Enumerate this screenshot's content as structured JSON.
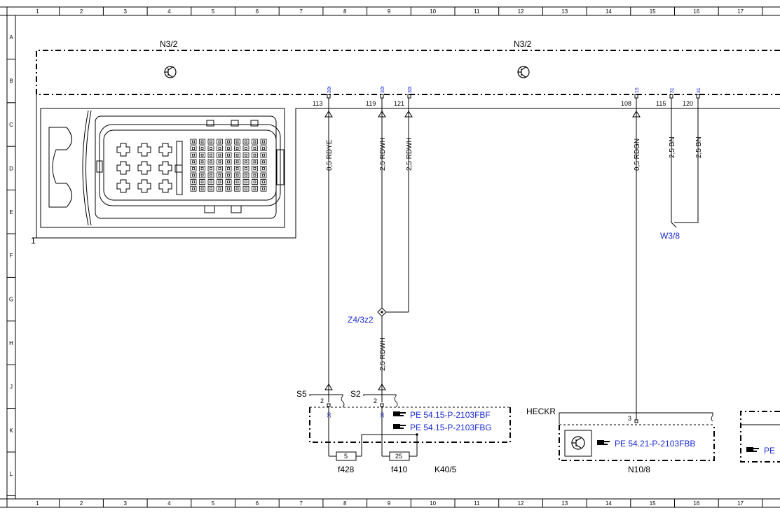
{
  "grid": {
    "columns": [
      "1",
      "2",
      "3",
      "4",
      "5",
      "6",
      "7",
      "8",
      "9",
      "10",
      "11",
      "12",
      "13",
      "14",
      "15",
      "16",
      "17"
    ],
    "rows": [
      "A",
      "B",
      "C",
      "D",
      "E",
      "F",
      "G",
      "H",
      "J",
      "K",
      "L"
    ]
  },
  "components": {
    "n3_2_left": "N3/2",
    "n3_2_right": "N3/2",
    "connector_index": "1",
    "w3_8": "W3/8",
    "z4_3z2": "Z4/3z2",
    "s5": "S5",
    "s2": "S2",
    "heckr": "HECKR",
    "f428": "f428",
    "f410": "f410",
    "k40_5": "K40/5",
    "n10_8": "N10/8"
  },
  "pins": {
    "p113": "113",
    "p119": "119",
    "p121": "121",
    "p108": "108",
    "p115": "115",
    "p120": "120"
  },
  "terminals": {
    "t113": "30t",
    "t119": "30t",
    "t121": "30t",
    "t108": "15",
    "t115": "31",
    "t120": "31",
    "s5_term": "30",
    "s2_term": "30"
  },
  "wires": {
    "w113": "0,5 RDYE",
    "w119": "2,5 RDWH",
    "w121": "2,5 RDWH",
    "w_h": "2,5 RDWH",
    "w108": "0,5 RDGN",
    "w115": "2,5 BN",
    "w120": "2,5 BN"
  },
  "contacts": {
    "s5_pin": "2",
    "s2_pin": "2",
    "heckr_pin": "3"
  },
  "fuses": {
    "f428_amp": "5",
    "f410_amp": "25"
  },
  "references": {
    "ref1": "PE 54.15-P-2103FBF",
    "ref2": "PE 54.15-P-2103FBG",
    "ref3": "PE 54.21-P-2103FBB",
    "ref4": "PE"
  }
}
